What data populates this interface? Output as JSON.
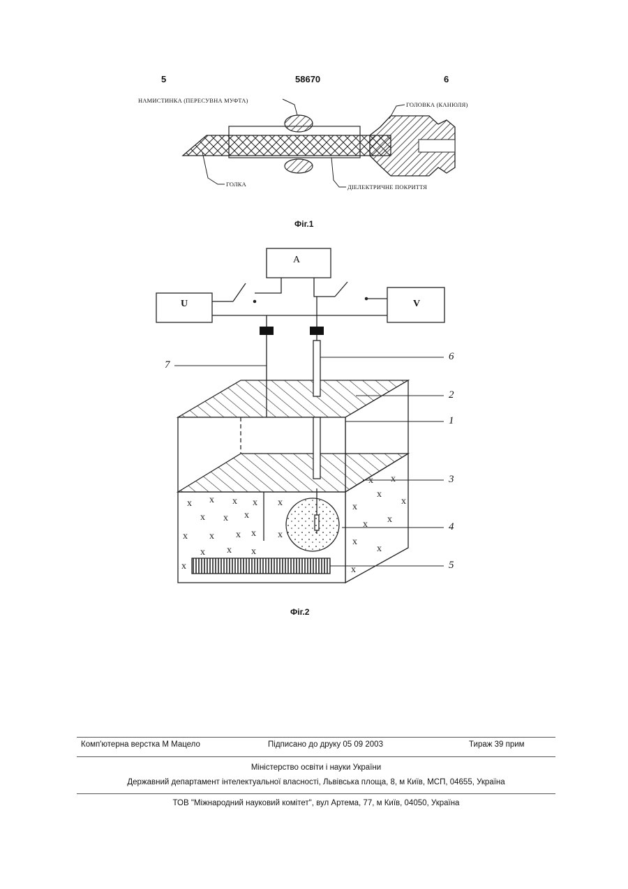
{
  "header": {
    "left_page": "5",
    "patent_number": "58670",
    "right_page": "6"
  },
  "fig1": {
    "labels": {
      "sleeve": "НАМИСТИНКА (ПЕРЕСУВНА МУФТА)",
      "head": "ГОЛОВКА (КАНЮЛЯ)",
      "needle": "ГОЛКА",
      "coating": "ДІЕЛЕКТРИЧНЕ ПОКРИТТЯ"
    },
    "caption": "Фіг.1"
  },
  "fig2": {
    "boxes": {
      "a": "A",
      "u": "U",
      "v": "V"
    },
    "callouts": [
      "7",
      "6",
      "2",
      "1",
      "3",
      "4",
      "5"
    ],
    "caption": "Фіг.2"
  },
  "footer": {
    "typesetting": "Комп'ютерна верстка М  Мацело",
    "signed": "Підписано до друку 05 09 2003",
    "circulation": "Тираж 39 прим",
    "ministry": "Міністерство освіти і науки України",
    "department": "Державний департамент інтелектуальної власності, Львівська площа, 8, м  Київ, МСП, 04655, Україна",
    "publisher": "ТОВ \"Міжнародний науковий комітет\", вул  Артема, 77, м  Київ, 04050, Україна"
  }
}
